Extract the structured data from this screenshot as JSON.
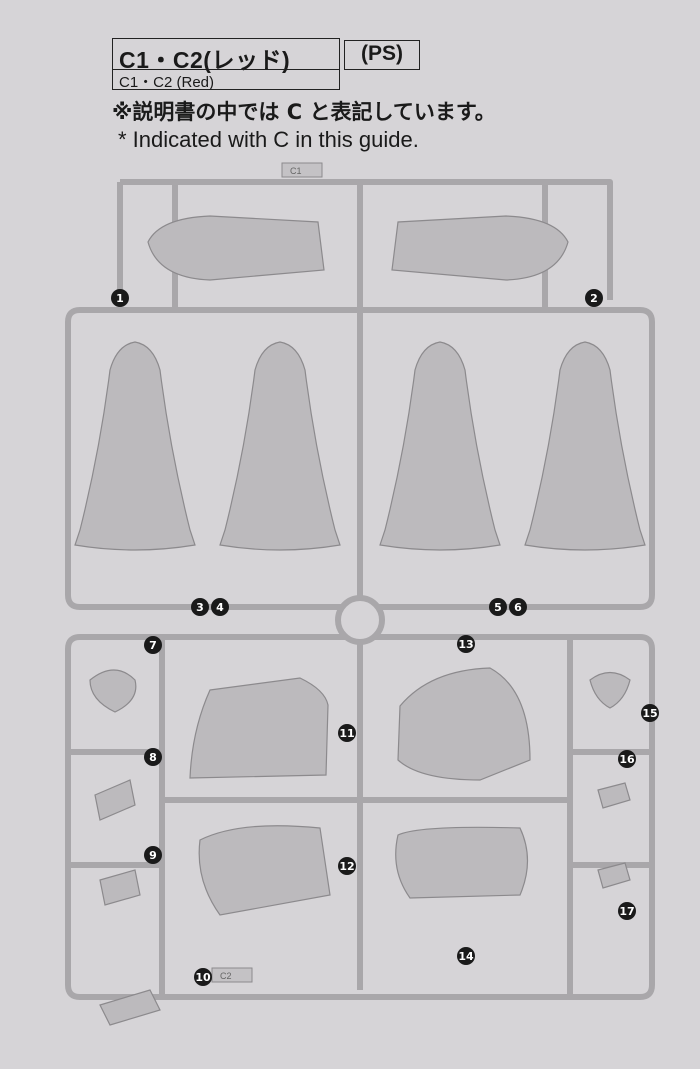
{
  "header": {
    "title": "C1・C2(レッド)",
    "subtitle": "C1・C2 (Red)",
    "material": "(PS)"
  },
  "notes": {
    "japanese": "※説明書の中では C と表記しています。",
    "english": "* Indicated with C in this guide."
  },
  "runner": {
    "color": "#d6d4d7",
    "frame_color": "#b9b7ba",
    "outline_color": "#8c8a8d",
    "gate_tag_top": "C1",
    "gate_tag_bottom": "C2",
    "parts": [
      "1",
      "2",
      "3",
      "4",
      "5",
      "6",
      "7",
      "8",
      "9",
      "10",
      "11",
      "12",
      "13",
      "14",
      "15",
      "16",
      "17"
    ]
  }
}
